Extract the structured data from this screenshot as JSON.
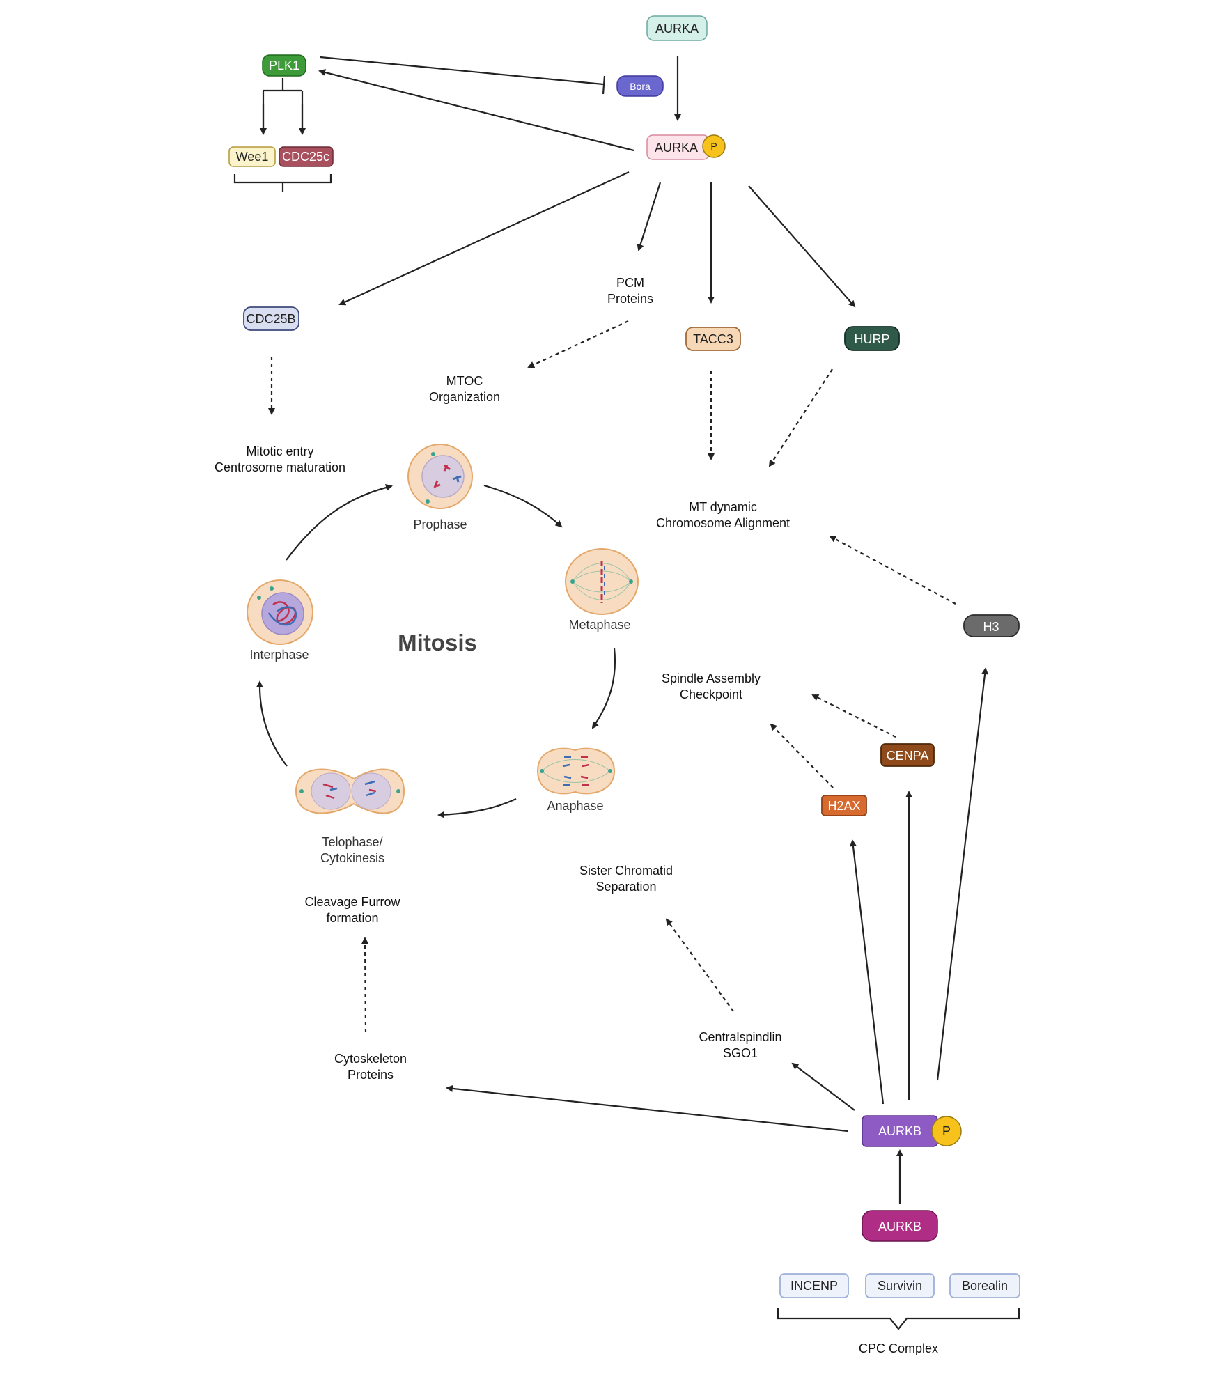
{
  "nodes": {
    "aurka_top": "AURKA",
    "aurka_p": "AURKA",
    "p_badge": "P",
    "plk1": "PLK1",
    "bora": "Bora",
    "wee1": "Wee1",
    "cdc25c": "CDC25c",
    "cdc25b": "CDC25B",
    "tacc3": "TACC3",
    "hurp": "HURP",
    "h3": "H3",
    "cenpa": "CENPA",
    "h2ax": "H2AX",
    "aurkb_p": "AURKB",
    "aurkb": "AURKB",
    "incenp": "INCENP",
    "survivin": "Survivin",
    "borealin": "Borealin"
  },
  "labels": {
    "pcm": [
      "PCM",
      "Proteins"
    ],
    "mtoc": [
      "MTOC",
      "Organization"
    ],
    "mitotic_entry": [
      "Mitotic entry",
      "Centrosome maturation"
    ],
    "mt_dynamic": [
      "MT dynamic",
      "Chromosome Alignment"
    ],
    "sac": [
      "Spindle Assembly",
      "Checkpoint"
    ],
    "sister": [
      "Sister Chromatid",
      "Separation"
    ],
    "cleavage": [
      "Cleavage Furrow",
      "formation"
    ],
    "centralspindlin": [
      "Centralspindlin",
      "SGO1"
    ],
    "cytoskeleton": [
      "Cytoskeleton",
      "Proteins"
    ],
    "cpc": "CPC Complex"
  },
  "cycle": {
    "title": "Mitosis",
    "prophase": "Prophase",
    "metaphase": "Metaphase",
    "anaphase": "Anaphase",
    "telophase": [
      "Telophase/",
      "Cytokinesis"
    ],
    "interphase": "Interphase"
  },
  "colors": {
    "aurka_top_fill": "#d5efe9",
    "aurka_p_fill": "#fde3ea",
    "p_badge_fill": "#f7c21b",
    "plk1_fill": "#3e9b3a",
    "bora_fill": "#6a67cf",
    "wee1_fill": "#fbf3cc",
    "cdc25c_fill": "#a9505f",
    "cdc25b_fill": "#d9dff0",
    "tacc3_fill": "#f6d7b6",
    "hurp_fill": "#2f5a49",
    "h3_fill": "#6b6b6b",
    "cenpa_fill": "#8e4a1a",
    "h2ax_fill": "#d76a2e",
    "aurkb_p_fill": "#8e5bc4",
    "aurkb_fill": "#b02d86",
    "cpc_fill": "#eef2fb",
    "cell_fill": "#f8dcc1",
    "cell_stroke": "#e3a86a"
  }
}
